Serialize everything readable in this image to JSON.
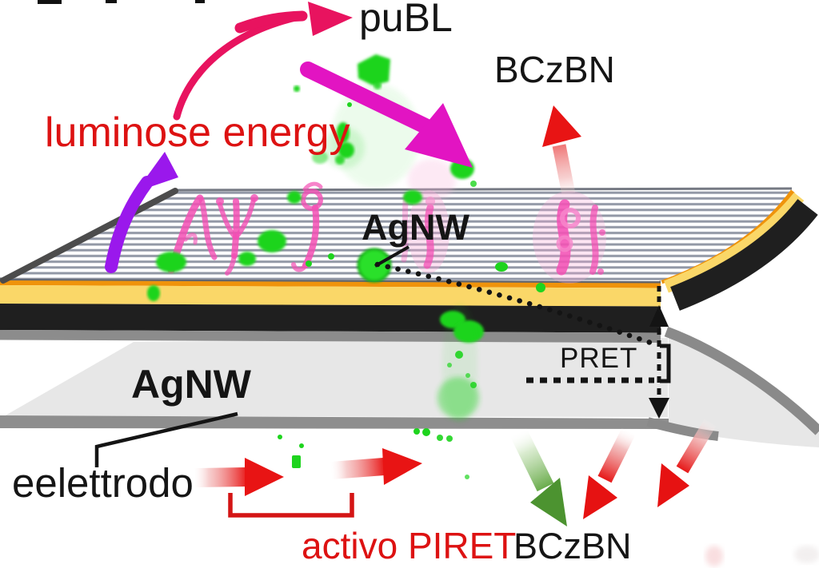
{
  "labels": {
    "publ": "puBL",
    "bczbn_top": "BCzBN",
    "luminose_energy": "luminose energy",
    "agnw_top": "AgNW",
    "pret": "PRET",
    "agnw_bottom": "AgNW",
    "electrode": "eelettrodo",
    "activo_piret": "activo PIRET",
    "bczbn_bottom": "BCzBN"
  },
  "colors": {
    "red_text": "#dd1212",
    "crimson_arrow": "#e8135f",
    "magenta_arrow": "#e214c2",
    "purple_arrow": "#9a18ec",
    "red_arrow": "#e81414",
    "green_arrow_head": "#4c9330",
    "green_blob": "#1ed41e",
    "pink_squiggle": "#f34fb4",
    "layer_orange": "#ef930b",
    "layer_yellow": "#fad768",
    "layer_black": "#1f1f1f",
    "layer_gray": "#8c8c8c",
    "slab_light_gray": "#e7e7e7",
    "stripe_line": "#9298a6",
    "dashed_black": "#141414"
  }
}
